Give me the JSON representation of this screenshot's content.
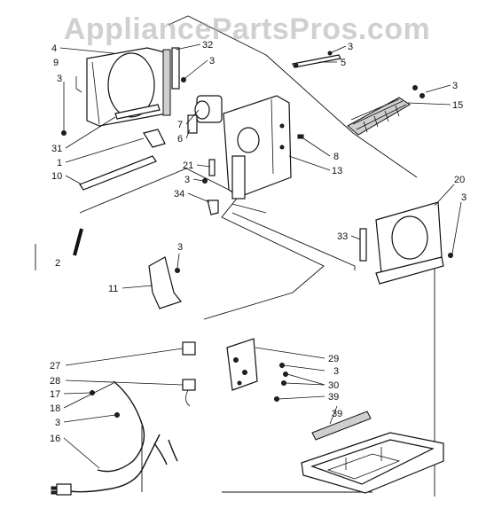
{
  "watermark": "AppliancePartsPros.com",
  "callouts": [
    {
      "text": "4"
    },
    {
      "text": "9"
    },
    {
      "text": "3"
    },
    {
      "text": "31"
    },
    {
      "text": "1"
    },
    {
      "text": "10"
    },
    {
      "text": "32"
    },
    {
      "text": "3"
    },
    {
      "text": "7"
    },
    {
      "text": "6"
    },
    {
      "text": "3"
    },
    {
      "text": "5"
    },
    {
      "text": "3"
    },
    {
      "text": "15"
    },
    {
      "text": "8"
    },
    {
      "text": "13"
    },
    {
      "text": "21"
    },
    {
      "text": "3"
    },
    {
      "text": "34"
    },
    {
      "text": "20"
    },
    {
      "text": "3"
    },
    {
      "text": "33"
    },
    {
      "text": "2"
    },
    {
      "text": "3"
    },
    {
      "text": "11"
    },
    {
      "text": "27"
    },
    {
      "text": "28"
    },
    {
      "text": "17"
    },
    {
      "text": "18"
    },
    {
      "text": "3"
    },
    {
      "text": "16"
    },
    {
      "text": "29"
    },
    {
      "text": "3"
    },
    {
      "text": "30"
    },
    {
      "text": "39"
    },
    {
      "text": "39"
    }
  ]
}
